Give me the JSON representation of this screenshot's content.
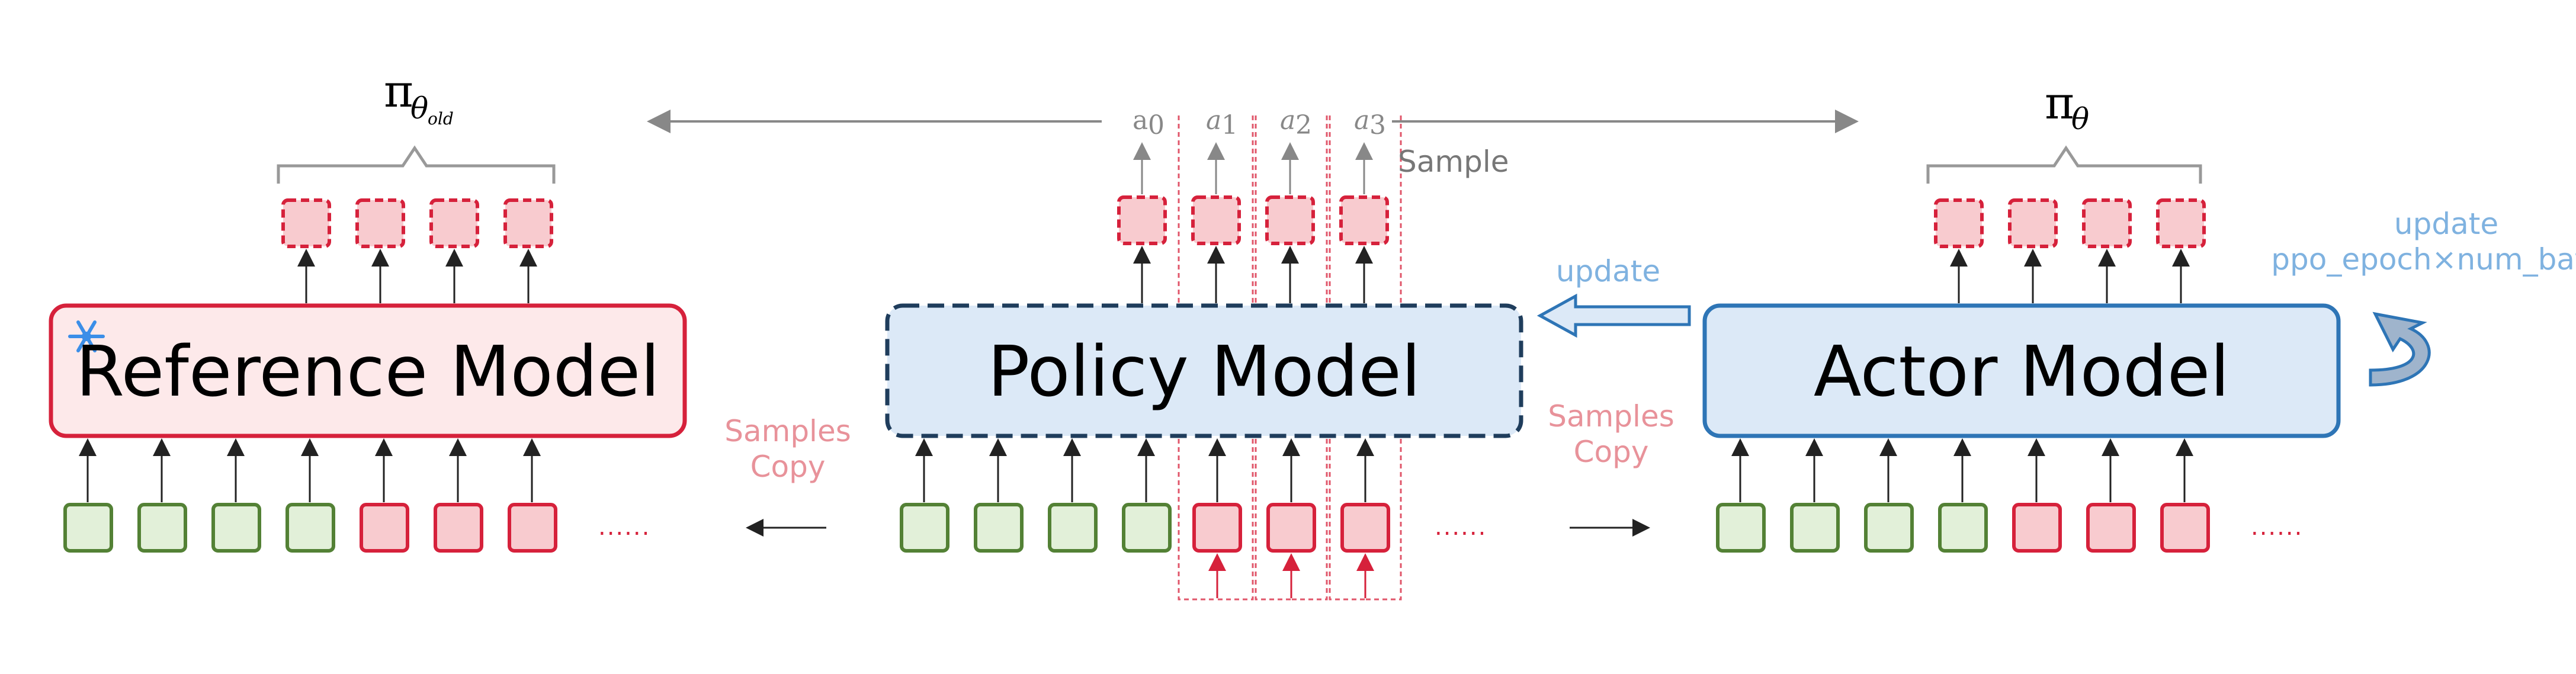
{
  "models": {
    "reference": {
      "label": "Reference Model",
      "frozen_icon": "snowflake-icon"
    },
    "policy": {
      "label": "Policy Model"
    },
    "actor": {
      "label": "Actor Model"
    }
  },
  "policy_symbols": {
    "old": {
      "base": "π",
      "sub": "θ",
      "subsub": "old"
    },
    "current": {
      "base": "π",
      "sub": "θ"
    }
  },
  "actions": [
    "a",
    "a",
    "a",
    "a"
  ],
  "action_indices": [
    "0",
    "1",
    "2",
    "3"
  ],
  "annotations": {
    "sample": "Sample",
    "update_left": "update",
    "update_right_line1": "update",
    "update_right_line2": "ppo_epoch×num_batch",
    "samples_copy_left": [
      "Samples",
      "Copy"
    ],
    "samples_copy_right": [
      "Samples",
      "Copy"
    ],
    "ellipsis": "......"
  },
  "colors": {
    "prompt_token_fill": "#e2f0d9",
    "prompt_token_stroke": "#538135",
    "response_token_fill": "#f8cbcf",
    "response_token_stroke": "#d6213b",
    "reference_fill": "#fde9ea",
    "reference_stroke": "#d6213b",
    "policy_fill": "#dce9f7",
    "policy_stroke": "#1f3d5c",
    "actor_fill": "#dce9f7",
    "actor_stroke": "#2e75b6",
    "pink_text": "#e8929a",
    "blue_text": "#7fb2e0",
    "gray": "#888888"
  }
}
